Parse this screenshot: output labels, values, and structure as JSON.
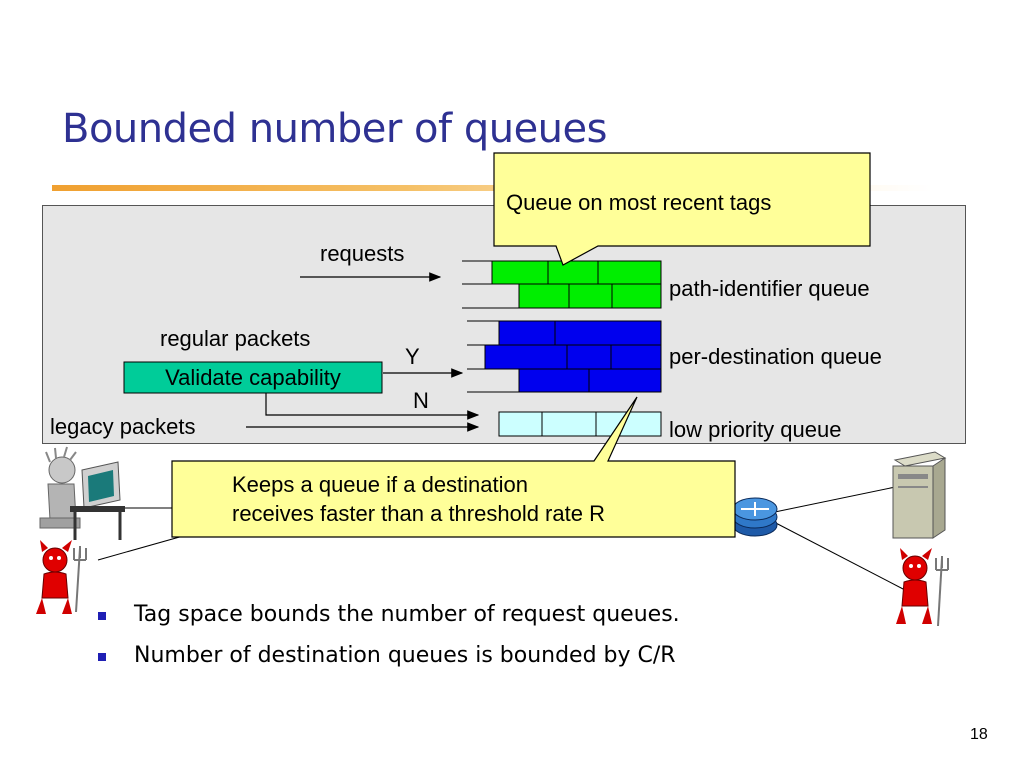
{
  "slide": {
    "title": "Bounded number of queues",
    "page_number": "18"
  },
  "diagram": {
    "callout_top": "Queue on most recent tags",
    "callout_bottom": [
      "Keeps a queue if a destination",
      "receives faster than a threshold rate R"
    ],
    "labels": {
      "requests": "requests",
      "regular_packets": "regular packets",
      "legacy_packets": "legacy packets",
      "validate": "Validate capability",
      "yes": "Y",
      "no": "N"
    },
    "queues": [
      {
        "name": "path-identifier queue",
        "color": "#00ee00"
      },
      {
        "name": "per-destination queue",
        "color": "#0000ee"
      },
      {
        "name": "low priority queue",
        "color": "#ccffff"
      }
    ]
  },
  "bullets": [
    "Tag space bounds the number of request queues.",
    "Number of destination queues is bounded by C/R"
  ],
  "colors": {
    "title": "#2e3192",
    "callout": "#ffff99",
    "validate_box": "#00cc99",
    "bullet": "#1f1fb4"
  }
}
